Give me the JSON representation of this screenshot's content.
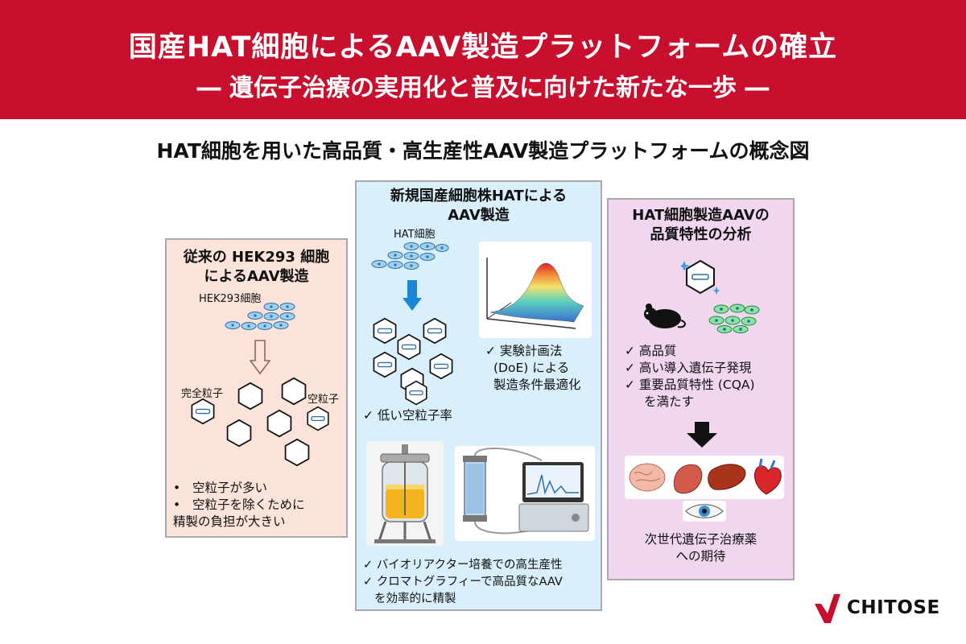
{
  "header": {
    "title": "国産HAT細胞によるAAV製造プラットフォームの確立",
    "subtitle": "― 遺伝子治療の実用化と普及に向けた新たな一歩 ―"
  },
  "figure_title": "HAT細胞を用いた高品質・高生産性AAV製造プラットフォームの概念図",
  "left_panel": {
    "title_line1": "従来の HEK293 細胞",
    "title_line2": "によるAAV製造",
    "cells_label": "HEK293細胞",
    "full_label": "完全粒子",
    "empty_label": "空粒子",
    "bullets": [
      "空粒子が多い",
      "空粒子を除くために",
      "精製の負担が大きい"
    ],
    "bullet_marks": [
      "•",
      "•"
    ]
  },
  "mid_panel": {
    "title_line1": "新規国産細胞株HATによる",
    "title_line2": "AAV製造",
    "cells_label": "HAT細胞",
    "doe_lines": [
      "✓ 実験計画法",
      "(DoE) による",
      "製造条件最適化"
    ],
    "low_empty": "✓ 低い空粒子率",
    "bottom_lines": [
      "✓ バイオリアクター培養での高生産性",
      "✓ クロマトグラフィーで高品質なAAV",
      "を効率的に精製"
    ]
  },
  "right_panel": {
    "title_line1": "HAT細胞製造AAVの",
    "title_line2": "品質特性の分析",
    "checks": [
      "✓ 高品質",
      "✓ 高い導入遺伝子発現",
      "✓ 重要品質特性 (CQA)",
      "を満たす"
    ],
    "result_lines": [
      "次世代遺伝子治療薬",
      "への期待"
    ]
  },
  "logo": {
    "text": "CHITOSE",
    "color": "#c8102e"
  },
  "colors": {
    "banner": "#c8102e",
    "left_bg": "#fbe3d9",
    "mid_bg": "#d9effb",
    "right_bg": "#f0d7ef",
    "arrow_blue": "#1a86d9"
  }
}
